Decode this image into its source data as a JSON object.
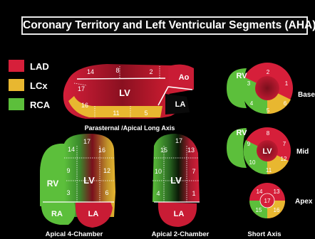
{
  "title": "Coronary Territory and Left Ventricular Segments (AHA)",
  "legend": [
    {
      "label": "LAD",
      "color": "#d61f3a"
    },
    {
      "label": "LCx",
      "color": "#e8b730"
    },
    {
      "label": "RCA",
      "color": "#5cbf3b"
    }
  ],
  "view_titles": {
    "plax": "Parasternal /Apical Long Axis",
    "a4c": "Apical 4-Chamber",
    "a2c": "Apical 2-Chamber",
    "sax": "Short Axis"
  },
  "chambers": {
    "lv": "LV",
    "la": "LA",
    "ao": "Ao",
    "rv": "RV",
    "ra": "RA"
  },
  "levels": {
    "base": "Base",
    "mid": "Mid",
    "apex": "Apex"
  },
  "segments": {
    "plax": {
      "s14": "14",
      "s8": "8",
      "s2": "2",
      "s17": "17",
      "s16": "16",
      "s11": "11",
      "s5": "5"
    },
    "a4c": {
      "s14": "14",
      "s17": "17",
      "s16": "16",
      "s9": "9",
      "s12": "12",
      "s3": "3",
      "s6": "6"
    },
    "a2c": {
      "s15": "15",
      "s17": "17",
      "s13": "13",
      "s10": "10",
      "s7": "7",
      "s4": "4",
      "s1": "1"
    },
    "base": {
      "s1": "1",
      "s2": "2",
      "s3": "3",
      "s4": "4",
      "s5": "5",
      "s6": "6"
    },
    "mid": {
      "s7": "7",
      "s8": "8",
      "s9": "9",
      "s10": "10",
      "s11": "11",
      "s12": "12"
    },
    "apex": {
      "s13": "13",
      "s14": "14",
      "s15": "15",
      "s16": "16",
      "s17": "17"
    }
  }
}
